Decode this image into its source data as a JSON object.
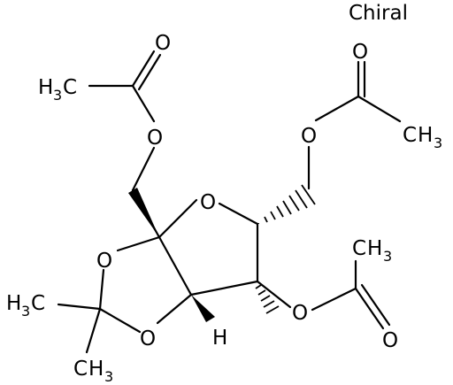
{
  "molecule": {
    "chiral_label": "Chiral",
    "atoms": {
      "ring_o": "O",
      "ester1_carbonyl_o": "O",
      "ester1_o": "O",
      "ester1_c": "C",
      "ester1_h": "H",
      "ester1_h_count": "3",
      "ester2_carbonyl_o": "O",
      "ester2_o": "O",
      "ester2_c": "C",
      "ester2_h": "H",
      "ester2_h_count": "3",
      "ester3_carbonyl_o": "O",
      "ester3_o": "O",
      "ester3_c": "C",
      "ester3_h": "H",
      "ester3_h_count": "3",
      "dioxolane_o_upper": "O",
      "dioxolane_o_lower": "O",
      "methyl_left_c": "C",
      "methyl_left_h": "H",
      "methyl_left_h_count": "3",
      "methyl_bottom_c": "C",
      "methyl_bottom_h": "H",
      "methyl_bottom_h_count": "3",
      "stereo_h": "H"
    }
  }
}
